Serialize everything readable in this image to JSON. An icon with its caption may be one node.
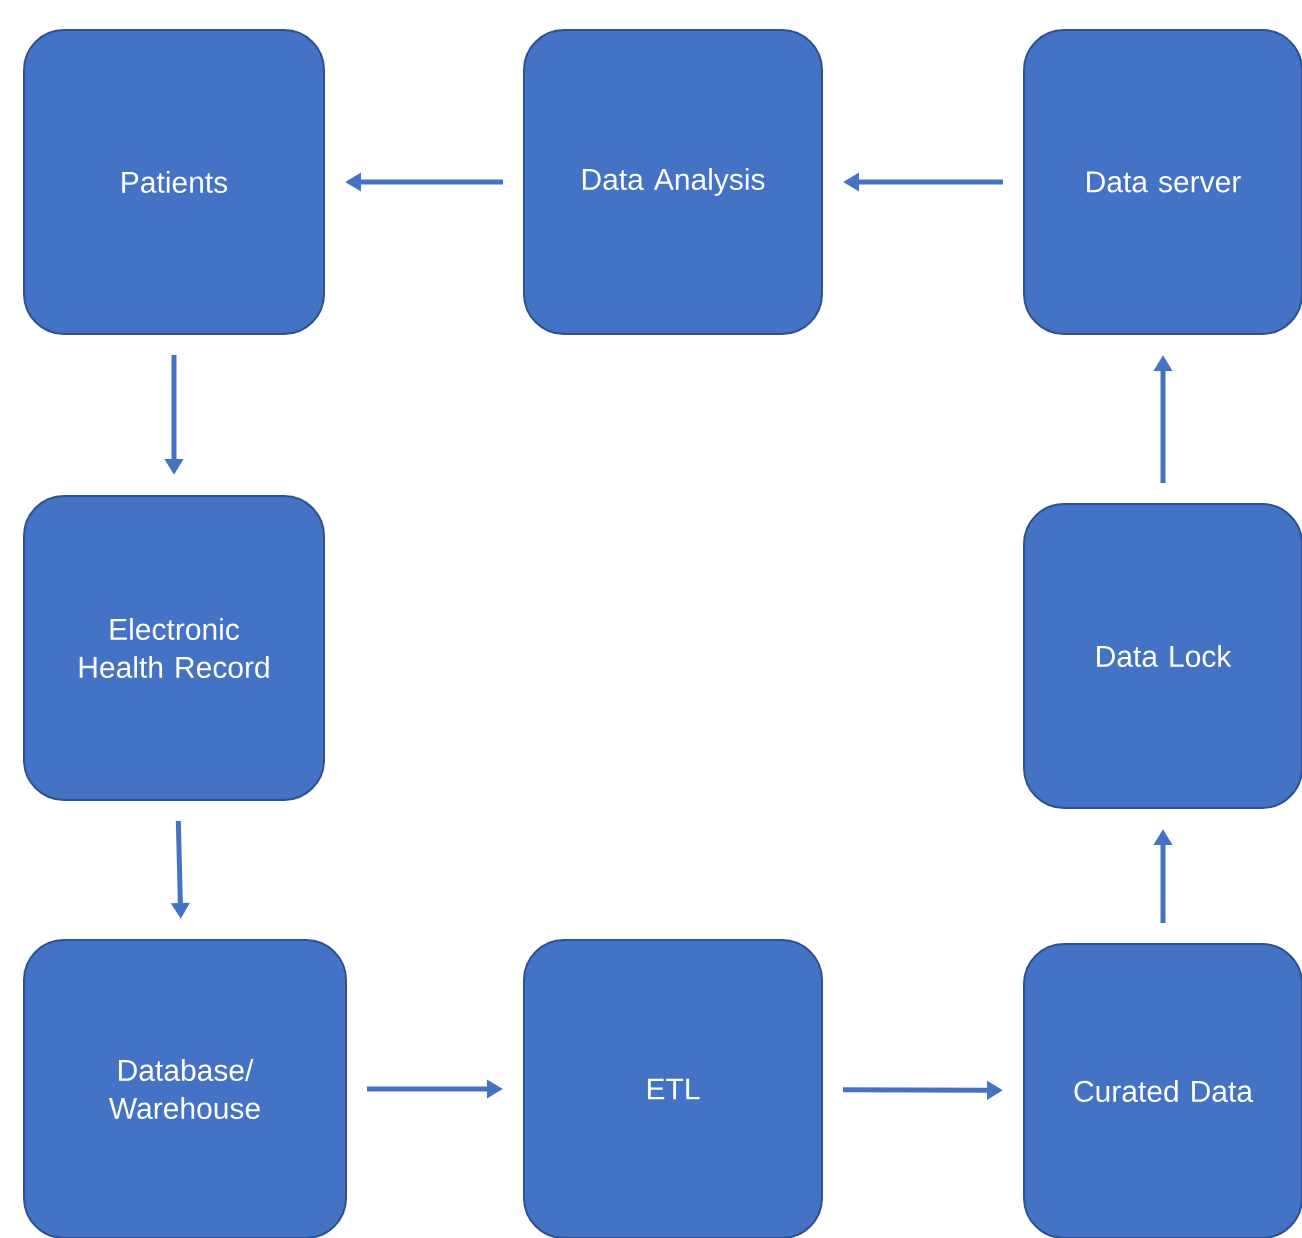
{
  "diagram": {
    "nodes": [
      {
        "text": [
          "Patients"
        ]
      },
      {
        "text": [
          "Data Analysis"
        ]
      },
      {
        "text": [
          "Data server"
        ]
      },
      {
        "text": [
          "Electronic Health Record"
        ]
      },
      {
        "text": [
          "Database/ Warehouse"
        ]
      },
      {
        "text": [
          "ETL"
        ]
      },
      {
        "text": [
          "Curated Data"
        ]
      },
      {
        "text": [
          "Data Lock"
        ]
      }
    ],
    "edges": [
      {
        "from": 2,
        "to": 1,
        "arrow": "to"
      },
      {
        "from": 1,
        "to": 0,
        "arrow": "to"
      },
      {
        "from": 0,
        "to": 3,
        "arrow": "to"
      },
      {
        "from": 3,
        "to": 4,
        "arrow": "to"
      },
      {
        "from": 4,
        "to": 5,
        "arrow": "to"
      },
      {
        "from": 5,
        "to": 6,
        "arrow": "to"
      },
      {
        "from": 6,
        "to": 7,
        "arrow": "to"
      },
      {
        "from": 7,
        "to": 2,
        "arrow": "to"
      }
    ]
  }
}
